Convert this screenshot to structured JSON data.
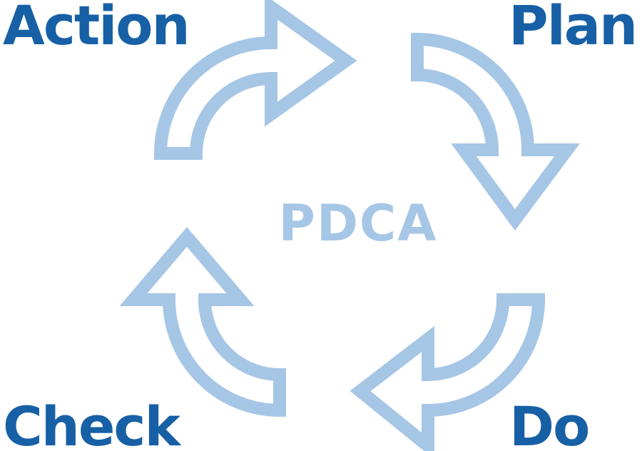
{
  "diagram": {
    "title": "PDCA",
    "stages": {
      "plan": "Plan",
      "do": "Do",
      "check": "Check",
      "action": "Action"
    }
  },
  "colors": {
    "label_text": "#1760a6",
    "arrow_stroke": "#a6c6e6",
    "center_text": "#a6c6e6",
    "background": "#ffffff"
  }
}
